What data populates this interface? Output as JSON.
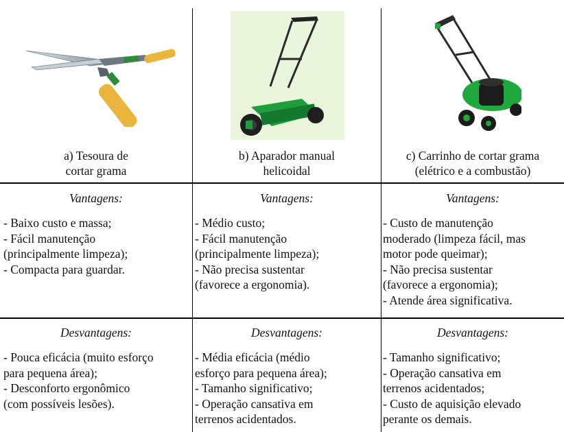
{
  "columns": [
    {
      "caption": "a) Tesoura de\ncortar grama",
      "adv_title": "Vantagens:",
      "advantages": "- Baixo custo e massa;\n- Fácil manutenção\n(principalmente limpeza);\n- Compacta para guardar.",
      "dis_title": "Desvantagens:",
      "disadvantages": "- Pouca eficácia (muito esforço\npara pequena área);\n- Desconforto ergonômico\n(com possíveis lesões).",
      "image": "grass-shears"
    },
    {
      "caption": "b) Aparador manual\nhelicoidal",
      "adv_title": "Vantagens:",
      "advantages": "- Médio custo;\n- Fácil manutenção\n(principalmente limpeza);\n- Não precisa sustentar\n(favorece a ergonomia).",
      "dis_title": "Desvantagens:",
      "disadvantages": "- Média eficácia (médio\nesforço para pequena área);\n- Tamanho significativo;\n- Operação cansativa em\nterrenos acidentados.",
      "image": "reel-mower"
    },
    {
      "caption": "c) Carrinho de cortar grama\n(elétrico e a combustão)",
      "adv_title": "Vantagens:",
      "advantages": "- Custo de manutenção\nmoderado (limpeza fácil, mas\nmotor pode queimar);\n- Não precisa sustentar\n(favorece a ergonomia);\n- Atende área significativa.",
      "dis_title": "Desvantagens:",
      "disadvantages": "- Tamanho significativo;\n- Operação cansativa em\nterrenos acidentados;\n- Custo de aquisição elevado\nperante os demais.",
      "image": "electric-lawn-mower"
    }
  ],
  "colors": {
    "mower_green": "#1fa83c",
    "shears_handle": "#e8b43a",
    "reel_bg": "#eaf6dc"
  }
}
